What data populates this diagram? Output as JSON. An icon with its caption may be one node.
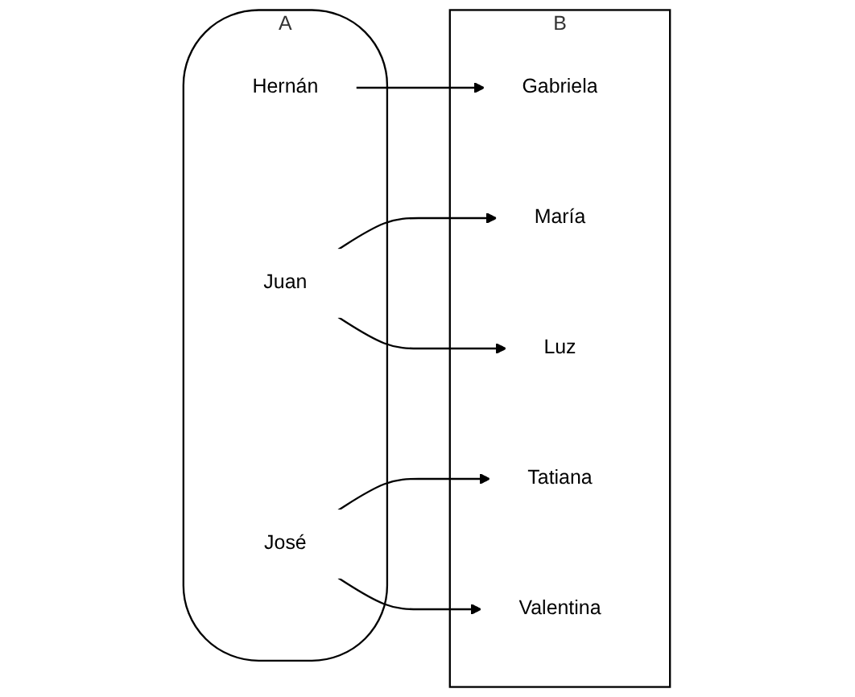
{
  "diagram": {
    "nodes": [
      {
        "text": [
          "A"
        ]
      },
      {
        "text": [
          "Hernán"
        ],
        "in": 0
      },
      {
        "text": [
          "Juan"
        ],
        "in": 0
      },
      {
        "text": [
          "José"
        ],
        "in": 0
      },
      {
        "text": [
          "B"
        ]
      },
      {
        "text": [
          "María"
        ],
        "in": 4
      },
      {
        "text": [
          "Tatiana"
        ],
        "in": 4
      },
      {
        "text": [
          "Gabriela"
        ],
        "in": 4
      },
      {
        "text": [
          "Valentina"
        ],
        "in": 4
      },
      {
        "text": [
          "Luz"
        ],
        "in": 4
      }
    ],
    "edges": [
      {
        "from": 1,
        "to": 7,
        "arrow": "to"
      },
      {
        "from": 2,
        "to": 5,
        "arrow": "to"
      },
      {
        "from": 2,
        "to": 9,
        "arrow": "to"
      },
      {
        "from": 3,
        "to": 6,
        "arrow": "to"
      },
      {
        "from": 3,
        "to": 8,
        "arrow": "to"
      }
    ]
  }
}
